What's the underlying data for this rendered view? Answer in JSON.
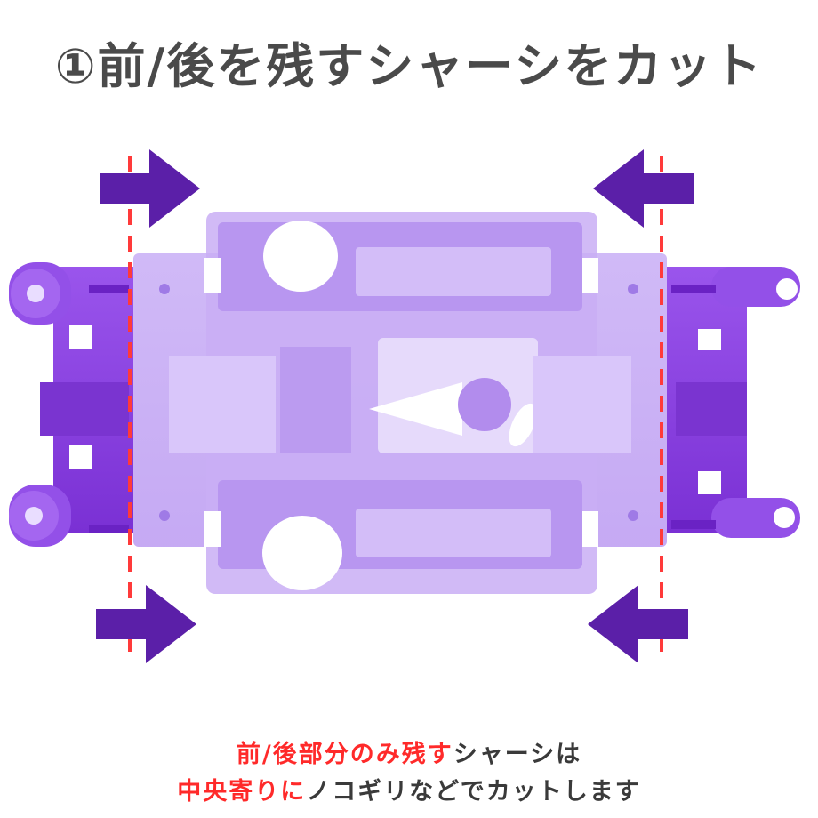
{
  "title": "①前/後を残すシャーシをカット",
  "caption": {
    "line1": {
      "highlight": "前/後部分のみ残す",
      "rest": "シャーシは"
    },
    "line2": {
      "highlight": "中央寄りに",
      "rest": "ノコギリなどでカットします"
    }
  },
  "colors": {
    "arrow": "#5b1fa8",
    "cut_line": "#ff3a3a",
    "chassis_solid": "#8a3fe0",
    "chassis_faded": "#c5a8f5",
    "title_text": "#4a4a4a",
    "highlight_text": "#ff2a2a"
  },
  "icons": [
    "arrow-right-icon",
    "arrow-left-icon"
  ]
}
